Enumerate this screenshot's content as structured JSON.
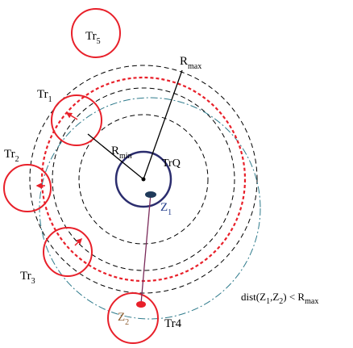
{
  "labels": {
    "tr5": {
      "base": "Tr",
      "sub": "5"
    },
    "tr1": {
      "base": "Tr",
      "sub": "1"
    },
    "tr2": {
      "base": "Tr",
      "sub": "2"
    },
    "tr3": {
      "base": "Tr",
      "sub": "3"
    },
    "tr4": "Tr4",
    "trq": "TrQ",
    "rmax": {
      "base": "R",
      "sub": "max"
    },
    "rmin": {
      "base": "R",
      "sub": "min"
    },
    "z1": {
      "base": "Z",
      "sub": "1"
    },
    "z2": {
      "base": "Z",
      "sub": "2"
    },
    "formula": {
      "prefix": "dist(Z",
      "sub1": "1",
      "mid": ",Z",
      "sub2": "2",
      "suffix": ") < R",
      "sub3": "max"
    }
  },
  "colors": {
    "tr_circle": "#e8202a",
    "trq_circle": "#2b2d6e",
    "z1_marker": "#1f3a5a",
    "z2_marker": "#e8202a",
    "z1_text": "#1f3a8a",
    "z2_text": "#8b5a2b",
    "zone_circle": "#e8202a",
    "range_circles": "#000000",
    "dashdot_circle": "#2f7b8c",
    "connector_line": "#7a2a5a"
  }
}
